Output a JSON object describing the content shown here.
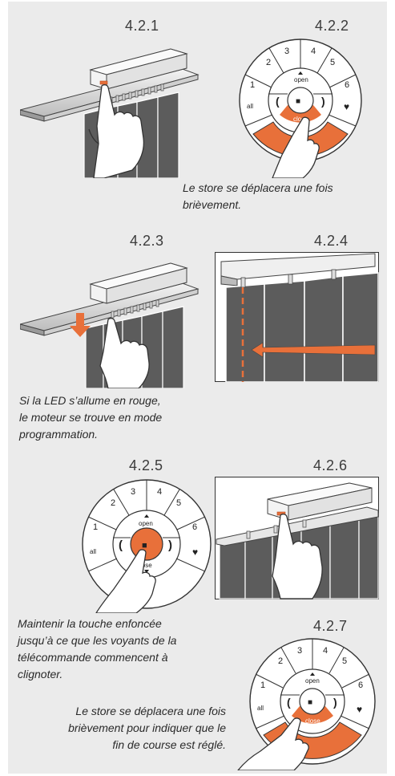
{
  "steps": {
    "s421": "4.2.1",
    "s422": "4.2.2",
    "s423": "4.2.3",
    "s424": "4.2.4",
    "s425": "4.2.5",
    "s426": "4.2.6",
    "s427": "4.2.7"
  },
  "captions": {
    "c1": [
      "Le store se déplacera une fois",
      "brièvement."
    ],
    "c2": [
      "Si la LED s’allume en rouge,",
      "le moteur se trouve en mode",
      "programmation."
    ],
    "c3": [
      "Maintenir la touche enfoncée",
      "jusqu’à ce que les voyants de la",
      "télécommande commencent à",
      "clignoter."
    ],
    "c4": [
      "Le store se déplacera une fois",
      "brièvement pour indiquer que le",
      "fin de course est réglé."
    ]
  },
  "remote": {
    "keys": [
      "1",
      "2",
      "3",
      "4",
      "5",
      "6"
    ],
    "all": "all",
    "open": "open",
    "close": "close",
    "stop_symbol": "■",
    "heart_symbol": "♥",
    "left_symbol": "(",
    "right_symbol": ")"
  },
  "colors": {
    "accent": "#e8703a",
    "background": "#ebebeb",
    "blind": "#5c5c5c"
  }
}
